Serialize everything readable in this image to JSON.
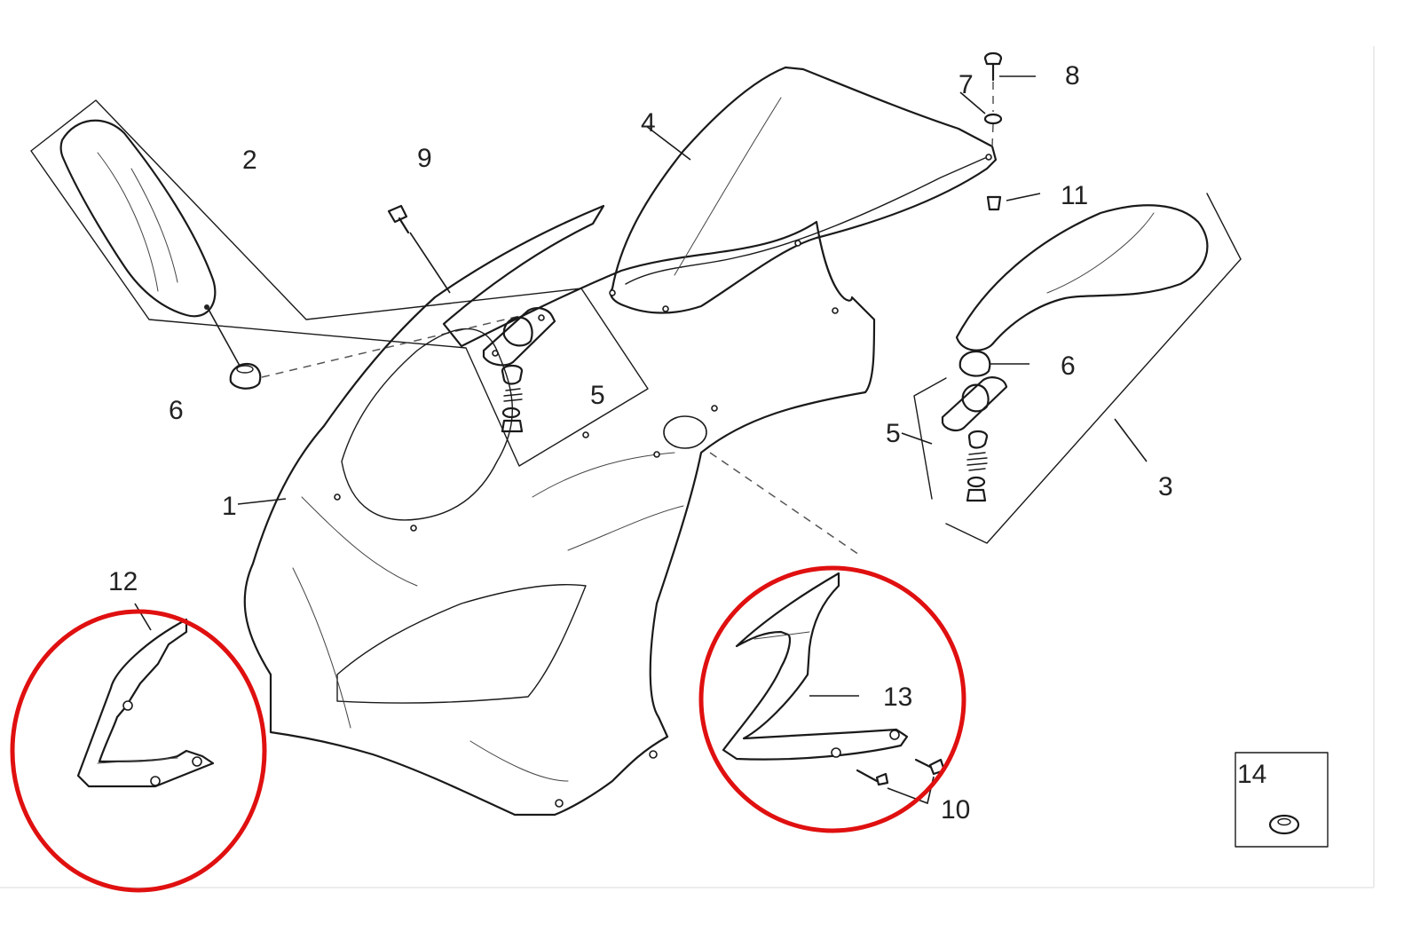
{
  "diagram": {
    "callouts": {
      "p1": "1",
      "p2": "2",
      "p3": "3",
      "p4": "4",
      "p5a": "5",
      "p5b": "5",
      "p6a": "6",
      "p6b": "6",
      "p7": "7",
      "p8": "8",
      "p9": "9",
      "p10": "10",
      "p11": "11",
      "p12": "12",
      "p13": "13",
      "p14": "14"
    },
    "colors": {
      "line": "#1a1a1a",
      "highlight_circle": "#e01010",
      "background": "#ffffff"
    },
    "highlighted_parts": [
      "12",
      "13"
    ]
  }
}
